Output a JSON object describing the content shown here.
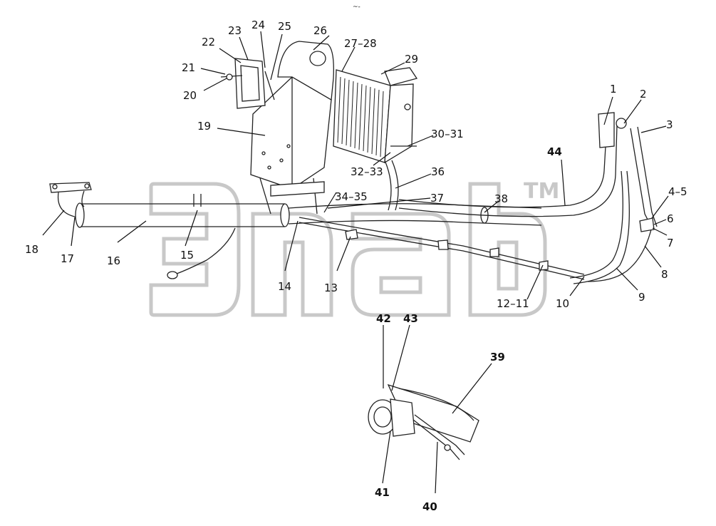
{
  "watermark": {
    "tm": "TM"
  },
  "top_mark": "~-",
  "labels": {
    "l1": "1",
    "l2": "2",
    "l3": "3",
    "l4_5": "4–5",
    "l6": "6",
    "l7": "7",
    "l8": "8",
    "l9": "9",
    "l10": "10",
    "l12_11": "12–11",
    "l13": "13",
    "l14": "14",
    "l15": "15",
    "l16": "16",
    "l17": "17",
    "l18": "18",
    "l19": "19",
    "l20": "20",
    "l21": "21",
    "l22": "22",
    "l23": "23",
    "l24": "24",
    "l25": "25",
    "l26": "26",
    "l27_28": "27–28",
    "l29": "29",
    "l30_31": "30–31",
    "l32_33": "32–33",
    "l34_35": "34–35",
    "l36": "36",
    "l37": "37",
    "l38": "38",
    "l39": "39",
    "l40": "40",
    "l41": "41",
    "l42": "42",
    "l43": "43",
    "l44": "44"
  }
}
